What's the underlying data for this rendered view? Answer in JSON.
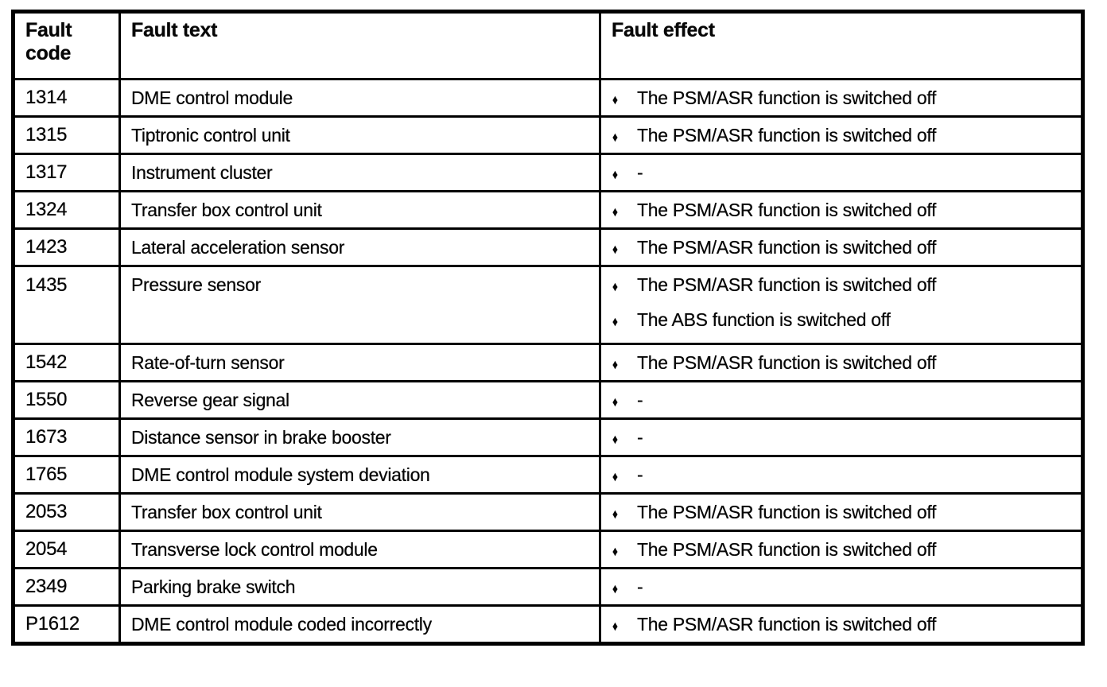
{
  "table": {
    "columns": [
      "Fault code",
      "Fault text",
      "Fault effect"
    ],
    "bullet_glyph": "♦",
    "rows": [
      {
        "code": "1314",
        "text": "DME control module",
        "effects": [
          "The PSM/ASR function is switched off"
        ]
      },
      {
        "code": "1315",
        "text": "Tiptronic control unit",
        "effects": [
          "The PSM/ASR function is switched off"
        ]
      },
      {
        "code": "1317",
        "text": "Instrument cluster",
        "effects": [
          "-"
        ]
      },
      {
        "code": "1324",
        "text": "Transfer box control unit",
        "effects": [
          "The PSM/ASR function is switched off"
        ]
      },
      {
        "code": "1423",
        "text": "Lateral acceleration sensor",
        "effects": [
          "The PSM/ASR function is switched off"
        ]
      },
      {
        "code": "1435",
        "text": "Pressure sensor",
        "effects": [
          "The PSM/ASR function is switched off",
          "The ABS function is switched off"
        ]
      },
      {
        "code": "1542",
        "text": "Rate-of-turn sensor",
        "effects": [
          "The PSM/ASR function is switched off"
        ]
      },
      {
        "code": "1550",
        "text": "Reverse gear signal",
        "effects": [
          "-"
        ]
      },
      {
        "code": "1673",
        "text": "Distance sensor in brake booster",
        "effects": [
          "-"
        ]
      },
      {
        "code": "1765",
        "text": "DME control module system deviation",
        "effects": [
          "-"
        ]
      },
      {
        "code": "2053",
        "text": "Transfer box control unit",
        "effects": [
          "The PSM/ASR function is switched off"
        ]
      },
      {
        "code": "2054",
        "text": "Transverse lock control module",
        "effects": [
          "The PSM/ASR function is switched off"
        ]
      },
      {
        "code": "2349",
        "text": "Parking brake switch",
        "effects": [
          "-"
        ]
      },
      {
        "code": "P1612",
        "text": "DME control module coded incorrectly",
        "effects": [
          "The PSM/ASR function is switched off"
        ]
      }
    ],
    "colors": {
      "border": "#000000",
      "text": "#0d0d0d",
      "background": "#ffffff"
    }
  }
}
